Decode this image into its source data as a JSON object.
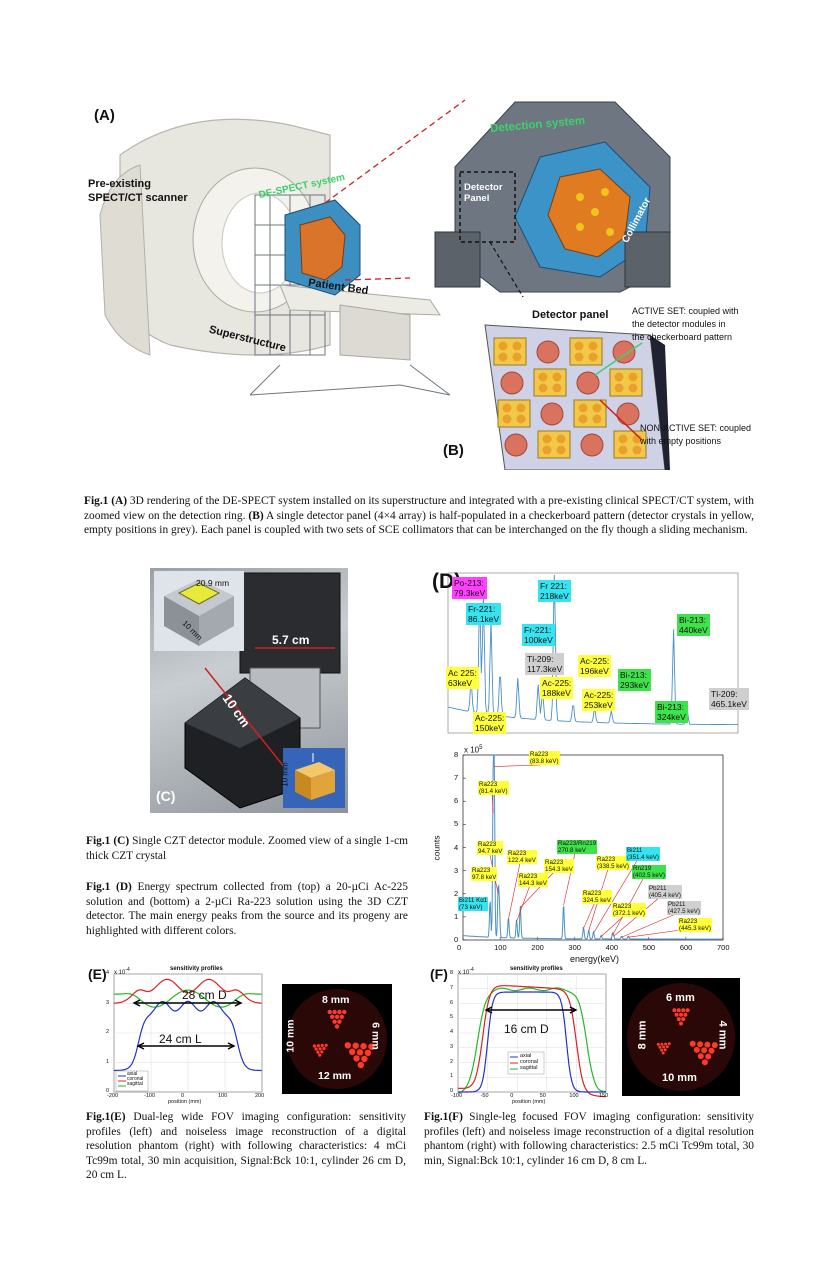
{
  "fig_a": {
    "label": "(A)",
    "pre_existing": "Pre-existing\nSPECT/CT scanner",
    "de_spect": "DE-SPECT system",
    "patient_bed": "Patient Bed",
    "superstructure": "Superstructure",
    "detection_system": "Detection system",
    "detector_panel_text": "Detector\nPanel",
    "collimator": "Collimator"
  },
  "fig_b": {
    "label": "(B)",
    "title": "Detector panel",
    "active_set": "ACTIVE SET: coupled with\nthe detector modules in\nthe checkerboard pattern",
    "non_active_set": "NON-ACTIVE SET: coupled\nwith empty positions"
  },
  "caption_ab": {
    "fig": "Fig.1",
    "a_tag": "(A)",
    "a_text": " 3D rendering of the DE-SPECT system installed on its superstructure and integrated with a pre-existing clinical SPECT/CT system, with zoomed view on the detection ring. ",
    "b_tag": "(B)",
    "b_text": " A single detector panel (4×4 array) is half-populated in a checkerboard pattern (detector crystals in yellow, empty positions in grey). Each panel is coupled with two sets of SCE collimators that can be interchanged on the fly though a sliding mechanism."
  },
  "fig_c": {
    "label": "(C)",
    "dim_20": "20.9 mm",
    "dim_10mm": "10 mm",
    "dim_57": "5.7 cm",
    "dim_10cm": "10 cm",
    "dim_10mm_b": "10 mm"
  },
  "caption_c": {
    "fig": "Fig.1",
    "tag": "(C)",
    "text": " Single CZT detector module. Zoomed view of a single 1-cm thick CZT crystal"
  },
  "caption_d": {
    "fig": "Fig.1",
    "tag": "(D)",
    "text": " Energy spectrum collected from (top) a 20-µCi Ac-225 solution and (bottom) a 2-µCi Ra-223 solution using the 3D CZT detector. The main energy peaks from the source and its progeny are highlighted with different colors."
  },
  "fig_d": {
    "label": "(D)",
    "top_tags": {
      "po213": "Po-213:\n79.3keV",
      "fr221a": "Fr-221:\n86.1keV",
      "fr221b": "Fr-221:\n100keV",
      "fr221c": "Fr 221:\n218keV",
      "tl209a": "Tl-209:\n117.3keV",
      "ac225a": "Ac 225:\n63keV",
      "ac225b": "Ac-225:\n150keV",
      "ac225c": "Ac-225:\n188keV",
      "ac225d": "Ac-225:\n196keV",
      "ac225e": "Ac-225:\n253keV",
      "bi213a": "Bi-213:\n293keV",
      "bi213b": "Bi-213:\n324keV",
      "bi213c": "Bi-213:\n440keV",
      "tl209b": "Tl-209:\n465.1keV"
    },
    "bottom": {
      "xlabel": "energy(keV)",
      "ylabel": "counts",
      "exp": "x 10",
      "exp_sup": "5",
      "yticks": [
        "0",
        "1",
        "2",
        "3",
        "4",
        "5",
        "6",
        "7",
        "8"
      ],
      "xticks": [
        "0",
        "100",
        "200",
        "300",
        "400",
        "500",
        "600",
        "700"
      ],
      "tags": {
        "ra838": "Ra223\n(83.8 keV)",
        "ra814": "Ra223\n(81.4 keV)",
        "ra947": "Ra223\n94.7 keV",
        "ra1224": "Ra223\n122.4 keV",
        "ra978": "Ra223\n97.8 keV",
        "ra1443": "Ra223\n144.3 keV",
        "ra1543": "Ra223\n154.3 keV",
        "ra2708": "Ra223/Rn219\n270.8 keV",
        "ra3385": "Ra223\n(338.5 keV)",
        "bi3514": "Bi211\n(351.4 keV)",
        "rn4025": "Rn219\n(402.5 keV)",
        "ra3245": "Ra223\n324.5 keV",
        "ra3721": "Ra223\n(372.1 keV)",
        "pb4054": "Pb211\n(405.4 keV)",
        "pb4275": "Pb211\n(427.5 keV)",
        "ra4453": "Ra223\n(445.3 keV)",
        "bi211": "Bi211 Kα1\n(73 keV)"
      }
    }
  },
  "fig_e": {
    "label": "(E)",
    "title": "sensitivity profiles",
    "exp": "x 10",
    "exp_sup": "-4",
    "d_label": "28 cm D",
    "l_label": "24 cm L",
    "xlabel": "position (mm)",
    "xticks": [
      "-200",
      "-100",
      "0",
      "100",
      "200"
    ],
    "yticks": [
      "0",
      "1",
      "2",
      "3",
      "4"
    ],
    "legend": [
      "axial",
      "coronal",
      "sagittal"
    ],
    "phantom": {
      "top": "8 mm",
      "left": "10 mm",
      "right": "6 mm",
      "bottom": "12 mm"
    }
  },
  "caption_e": {
    "fig": "Fig.1(E)",
    "text": " Dual-leg wide FOV imaging configuration: sensitivity profiles (left) and noiseless image reconstruction of a digital resolution phantom (right) with following characteristics: 4 mCi Tc99m total, 30 min acquisition, Signal:Bck 10:1, cylinder 26 cm D, 20 cm L."
  },
  "fig_f": {
    "label": "(F)",
    "title": "sensitivity profiles",
    "exp": "x 10",
    "exp_sup": "-4",
    "d_label": "16 cm D",
    "xlabel": "position (mm)",
    "xticks": [
      "-100",
      "-50",
      "0",
      "50",
      "100",
      "150"
    ],
    "yticks": [
      "0",
      "1",
      "2",
      "3",
      "4",
      "5",
      "6",
      "7",
      "8"
    ],
    "legend": [
      "axial",
      "coronal",
      "sagittal"
    ],
    "phantom": {
      "top": "6 mm",
      "left": "8 mm",
      "right": "4 mm",
      "bottom": "10 mm"
    }
  },
  "caption_f": {
    "fig": "Fig.1(F)",
    "text": " Single-leg focused FOV imaging configuration: sensitivity profiles (left) and noiseless image reconstruction of a digital resolution phantom (right) with following characteristics: 2.5 mCi Tc99m total, 30 min, Signal:Bck 10:1, cylinder 16 cm D, 8 cm L."
  },
  "colors": {
    "axial": "#2233cc",
    "coronal": "#e02020",
    "sagittal": "#22bb22",
    "spectrum": "#4a90c8"
  }
}
